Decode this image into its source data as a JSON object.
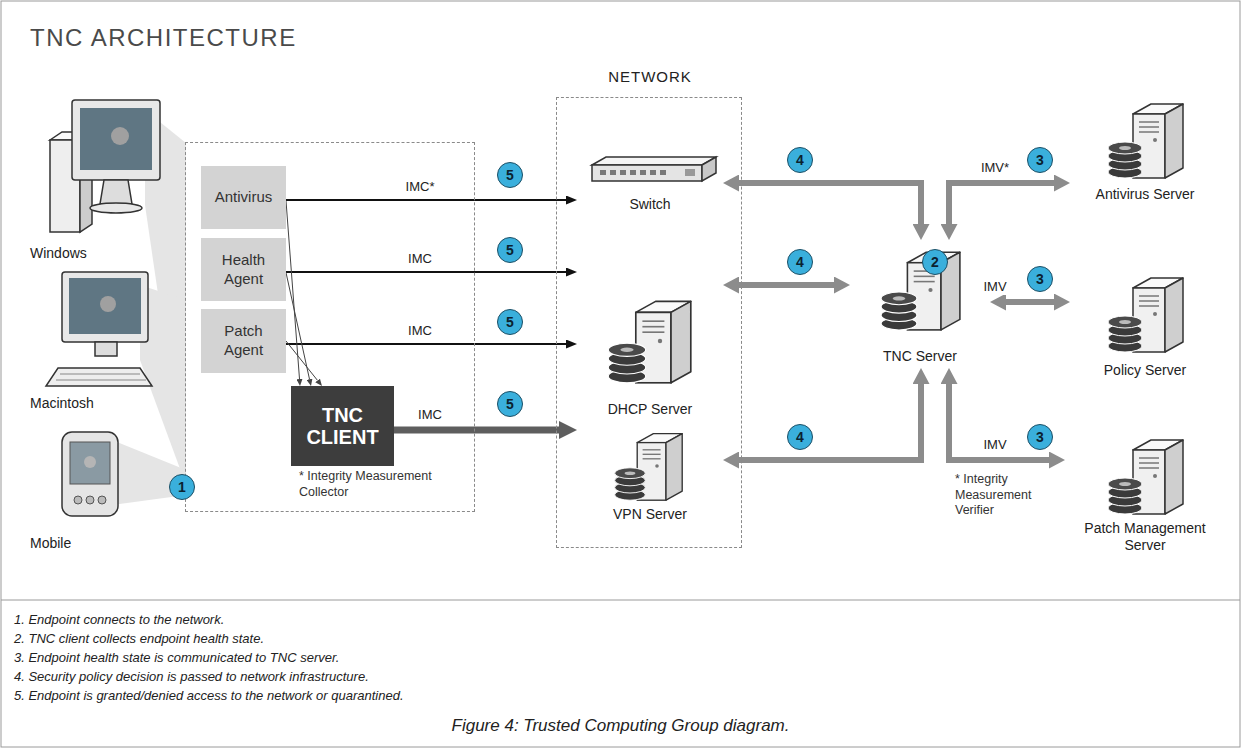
{
  "diagram": {
    "title": "TNC ARCHITECTURE",
    "caption": "Figure 4: Trusted Computing Group diagram.",
    "nodes": [
      {
        "text": [
          "Windows"
        ]
      },
      {
        "text": [
          "Macintosh"
        ]
      },
      {
        "text": [
          "Mobile"
        ]
      },
      {
        "text": [
          "* Integrity Measurement Collector"
        ]
      },
      {
        "text": [
          "Antivirus"
        ],
        "in": 3
      },
      {
        "text": [
          "Health Agent"
        ],
        "in": 3
      },
      {
        "text": [
          "Patch Agent"
        ],
        "in": 3
      },
      {
        "text": [
          "TNC CLIENT"
        ],
        "in": 3
      },
      {
        "text": [
          "NETWORK"
        ]
      },
      {
        "text": [
          "Switch"
        ],
        "in": 8
      },
      {
        "text": [
          "DHCP Server"
        ],
        "in": 8
      },
      {
        "text": [
          "VPN Server"
        ],
        "in": 8
      },
      {
        "text": [
          "TNC Server"
        ]
      },
      {
        "text": [
          "Antivirus Server"
        ]
      },
      {
        "text": [
          "Policy Server"
        ]
      },
      {
        "text": [
          "Patch Management Server"
        ]
      }
    ],
    "edges": [
      {
        "from": 4,
        "to": 9,
        "label": "IMC*",
        "arrow": "to"
      },
      {
        "from": 5,
        "to": 10,
        "label": "IMC",
        "arrow": "to"
      },
      {
        "from": 6,
        "to": 10,
        "label": "IMC",
        "arrow": "to"
      },
      {
        "from": 7,
        "to": 11,
        "label": "IMC",
        "arrow": "to"
      },
      {
        "from": 4,
        "to": 7,
        "arrow": "to"
      },
      {
        "from": 5,
        "to": 7,
        "arrow": "to"
      },
      {
        "from": 6,
        "to": 7,
        "arrow": "to"
      },
      {
        "from": 9,
        "to": 12,
        "arrow": "both"
      },
      {
        "from": 10,
        "to": 12,
        "arrow": "both"
      },
      {
        "from": 11,
        "to": 12,
        "arrow": "both"
      },
      {
        "from": 12,
        "to": 13,
        "label": "IMV*",
        "arrow": "both"
      },
      {
        "from": 12,
        "to": 14,
        "label": "IMV",
        "arrow": "both"
      },
      {
        "from": 12,
        "to": 15,
        "label": "IMV",
        "arrow": "both"
      }
    ],
    "labels": [
      "1",
      "5",
      "5",
      "5",
      "5",
      "4",
      "4",
      "4",
      "3",
      "3",
      "3",
      "2",
      "* Integrity Measurement Verifier",
      "1. Endpoint connects to the network.",
      "2. TNC client collects endpoint health state.",
      "3. Endpoint health state is communicated to TNC server.",
      "4. Security policy decision is passed to network infrastructure.",
      "5. Endpoint is granted/denied access to the network or quarantined."
    ]
  }
}
